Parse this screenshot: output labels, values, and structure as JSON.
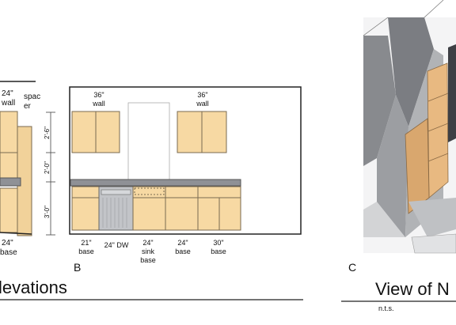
{
  "elevation_a": {
    "top_labels": [
      "24\"",
      "wall",
      "spac",
      "er"
    ],
    "dims": [
      "2'-6\"",
      "2'-0\"",
      "3'-0\""
    ],
    "bottom_labels": [
      "24\"",
      "base"
    ]
  },
  "elevation_b": {
    "wall_left": [
      "36\"",
      "wall"
    ],
    "wall_right": [
      "36\"",
      "wall"
    ],
    "base_labels": [
      {
        "lines": [
          "21\"",
          "base"
        ]
      },
      {
        "lines": [
          "24\" DW"
        ]
      },
      {
        "lines": [
          "24\"",
          "sink",
          "base"
        ]
      },
      {
        "lines": [
          "24\"",
          "base"
        ]
      },
      {
        "lines": [
          "30\"",
          "base"
        ]
      }
    ],
    "letter": "B"
  },
  "title_left": "levations",
  "view_c": {
    "letter": "C",
    "title": "View of N",
    "note": "n.t.s."
  },
  "colors": {
    "cabinet": "#f7d9a3",
    "cabinet_stroke": "#7a6a50",
    "countertop": "#8f9196",
    "appliance": "#c2c4c8",
    "line": "#222222"
  }
}
